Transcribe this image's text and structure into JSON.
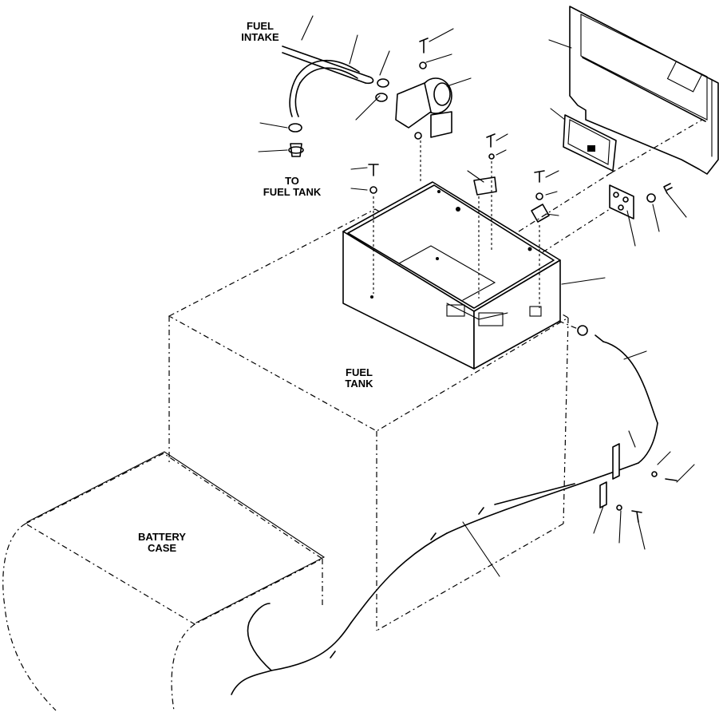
{
  "labels": {
    "fuel_intake_line1": "FUEL",
    "fuel_intake_line2": "INTAKE",
    "to_fuel_tank_line1": "TO",
    "to_fuel_tank_line2": "FUEL TANK",
    "fuel_tank_line1": "FUEL",
    "fuel_tank_line2": "TANK",
    "battery_case_line1": "BATTERY",
    "battery_case_line2": "CASE"
  }
}
